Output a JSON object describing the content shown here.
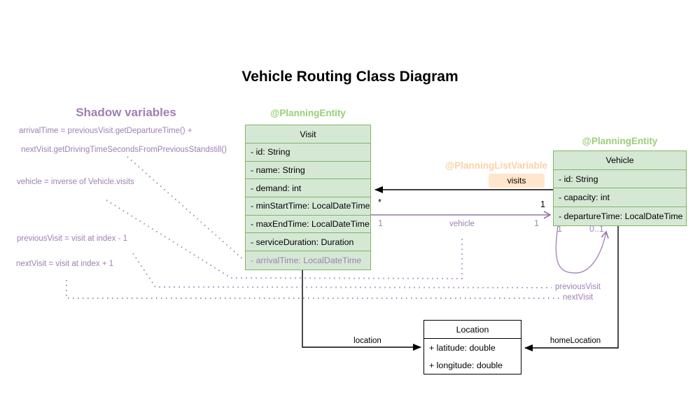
{
  "title": "Vehicle Routing Class Diagram",
  "shadow_panel": {
    "heading": "Shadow variables",
    "arrival_rule_line1": "arrivalTime = previousVisit.getDepartureTime() +",
    "arrival_rule_line2": "nextVisit.getDrivingTimeSecondsFromPreviousStandstill()",
    "vehicle_rule": "vehicle = inverse of Vehicle.visits",
    "previous_rule": "previousVisit = visit at index - 1",
    "next_rule": "nextVisit = visit at index + 1"
  },
  "classes": {
    "visit": {
      "annotation": "@PlanningEntity",
      "name": "Visit",
      "fields": [
        "- id: String",
        "- name: String",
        "- demand: int",
        "- minStartTime: LocalDateTime",
        "- maxEndTime: LocalDateTime",
        "- serviceDuration: Duration",
        "- arrivalTime: LocalDateTime"
      ]
    },
    "vehicle": {
      "annotation": "@PlanningEntity",
      "name": "Vehicle",
      "fields": [
        "- id: String",
        "- capacity: int",
        "- departureTime: LocalDateTime"
      ]
    },
    "location": {
      "name": "Location",
      "fields": [
        "+ latitude: double",
        "+ longitude: double"
      ]
    }
  },
  "associations": {
    "visits": {
      "annotation": "@PlanningListVariable",
      "label": "visits",
      "mult_at_visit": "*",
      "mult_at_vehicle": "1"
    },
    "vehicle": {
      "label": "vehicle",
      "mult_at_visit": "1",
      "mult_at_vehicle": "1"
    },
    "self_loop": {
      "mult_source": "1",
      "mult_target": "0..1"
    },
    "previous_visit_label": "previousVisit",
    "next_visit_label": "nextVisit",
    "location_label": "location",
    "home_location_label": "homeLocation"
  },
  "colors": {
    "green_fill": "#d5e8d4",
    "green_border": "#82b366",
    "green_text": "#97d077",
    "orange_text": "#fbd2a4",
    "orange_fill": "#ffe6cc",
    "purple": "#9673a6",
    "purple_light": "#a586bb",
    "purple_text": "#9e7fb3",
    "black": "#000000"
  }
}
